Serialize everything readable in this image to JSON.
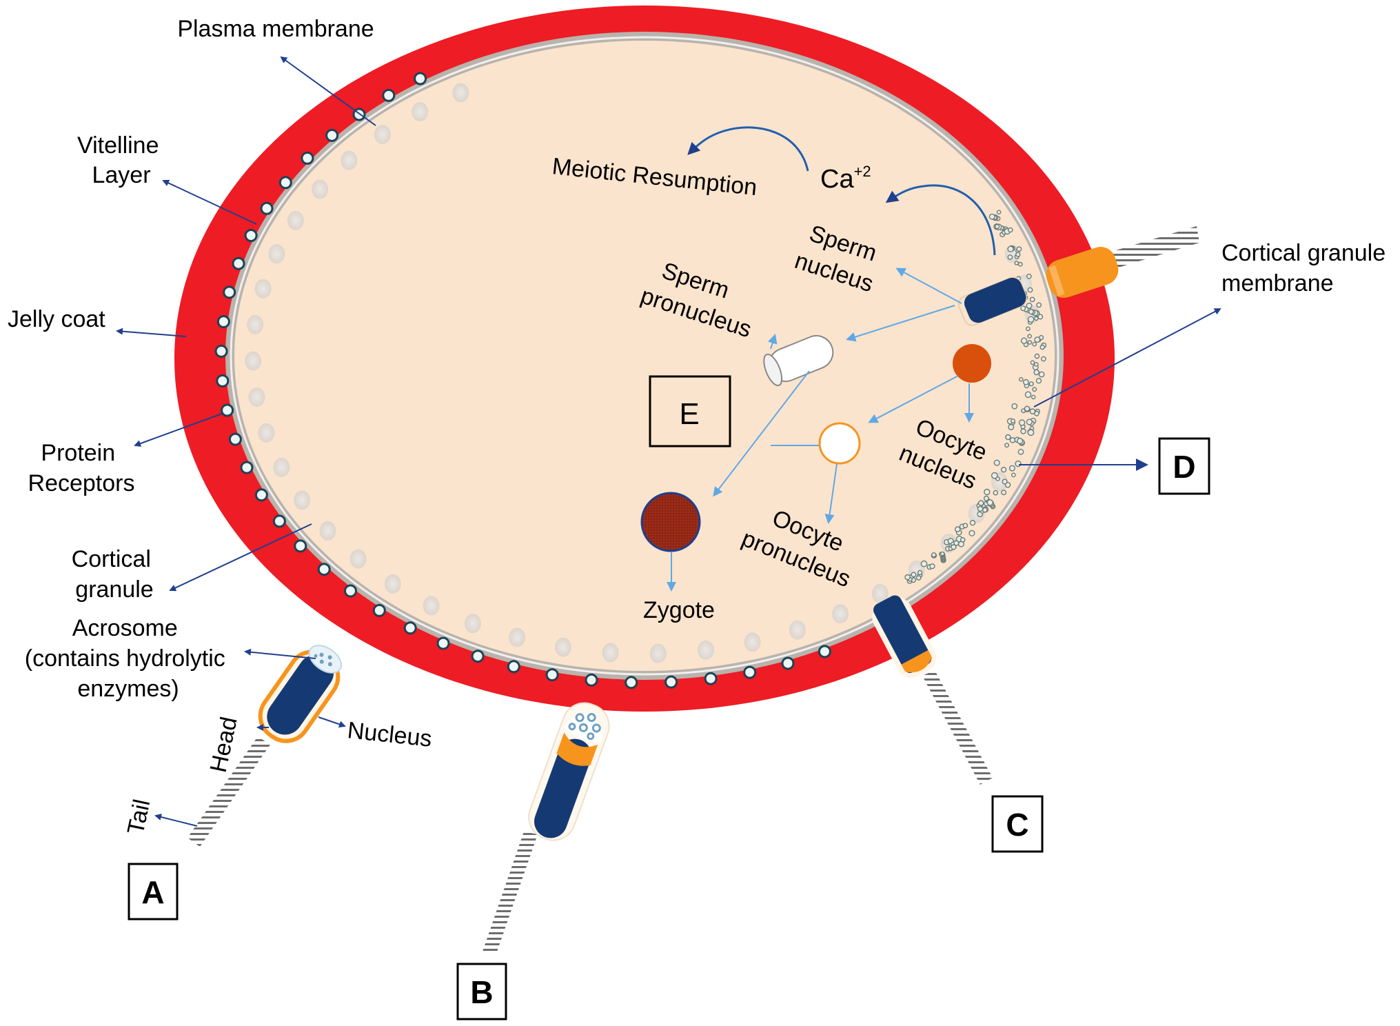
{
  "colors": {
    "jelly_coat": "#ee1c24",
    "cytoplasm": "#fbe4cd",
    "vitelline": "#b9b3ad",
    "plasma_line": "#ffffff",
    "granule_fill": "#eef7f7",
    "granule_stroke": "#1d4255",
    "arrow_dark": "#1f3f8f",
    "arrow_light": "#5fa8e6",
    "sperm_blue": "#153a73",
    "acrosome_orange": "#f7941d",
    "oocyte_nucleus": "#d94f0c",
    "zygote": "#9b2b17"
  },
  "labels": {
    "plasma_membrane": "Plasma membrane",
    "vitelline_layer": [
      "Vitelline",
      "Layer"
    ],
    "jelly_coat": "Jelly coat",
    "protein_receptors": [
      "Protein",
      "Receptors"
    ],
    "cortical_granule": [
      "Cortical",
      "granule"
    ],
    "acrosome": [
      "Acrosome",
      "(contains hydrolytic",
      "enzymes)"
    ],
    "head": "Head",
    "tail": "Tail",
    "nucleus": "Nucleus",
    "cortical_granule_membrane": [
      "Cortical granule",
      "membrane"
    ],
    "meiotic_resumption": "Meiotic Resumption",
    "ca": "Ca",
    "ca_charge": "+2",
    "sperm_nucleus": [
      "Sperm",
      "nucleus"
    ],
    "sperm_pronucleus": [
      "Sperm",
      "pronucleus"
    ],
    "oocyte_nucleus": [
      "Oocyte",
      "nucleus"
    ],
    "oocyte_pronucleus": [
      "Oocyte",
      "pronucleus"
    ],
    "zygote": "Zygote"
  },
  "panels": {
    "a": "A",
    "b": "B",
    "c": "C",
    "d": "D",
    "e": "E"
  }
}
